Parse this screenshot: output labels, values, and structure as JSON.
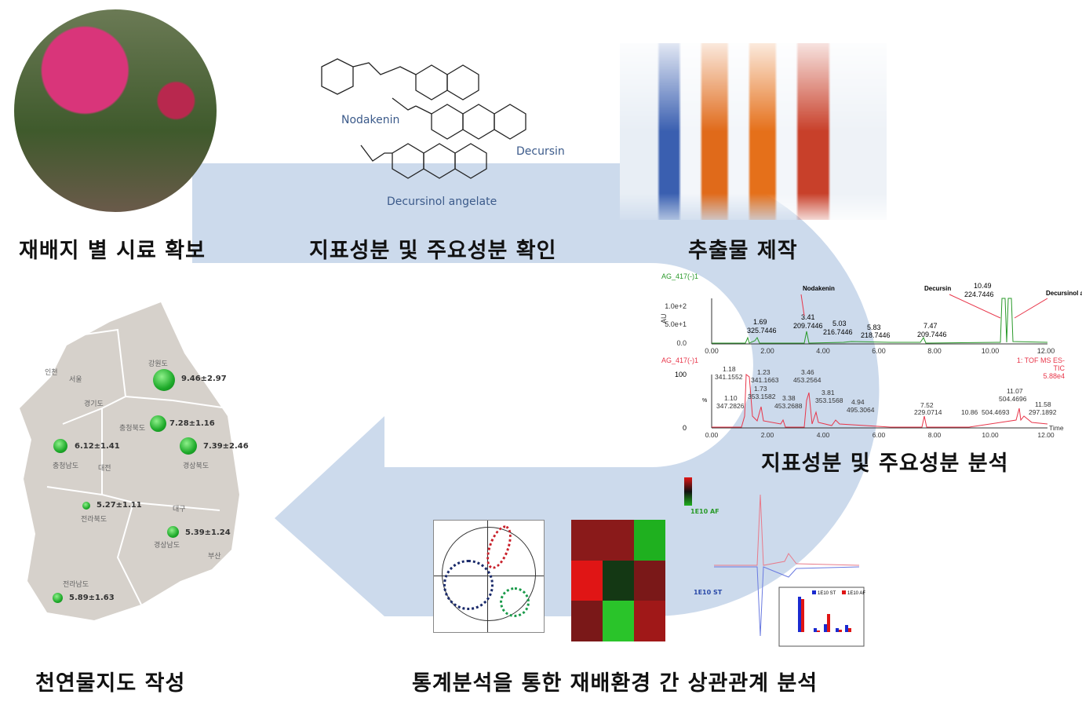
{
  "steps": {
    "s1": "재배지 별 시료 확보",
    "s2": "지표성분 및 주요성분 확인",
    "s3": "추출물 제작",
    "s4": "지표성분 및 주요성분 분석",
    "s5": "통계분석을 통한 재배환경 간 상관관계 분석",
    "s6": "천연물지도 작성"
  },
  "compounds": [
    "Nodakenin",
    "Decursin",
    "Decursinol angelate"
  ],
  "chromatogram": {
    "top_title": "AG_417(-)1",
    "top_ylabel": "AU",
    "top_yticks": [
      "1.0e+2",
      "5.0e+1",
      "0.0"
    ],
    "xticks": [
      "0.00",
      "2.00",
      "4.00",
      "6.00",
      "8.00",
      "10.00",
      "12.00"
    ],
    "top_peaks": [
      {
        "t": "1.69",
        "m": "325.7446"
      },
      {
        "t": "3.41",
        "m": "209.7446"
      },
      {
        "t": "5.03",
        "m": "216.7446"
      },
      {
        "t": "5.83",
        "m": "218.7446"
      },
      {
        "t": "7.47",
        "m": "209.7446"
      },
      {
        "t": "10.49",
        "m": "224.7446"
      }
    ],
    "annot": {
      "nodakenin": "Nodakenin",
      "decursin": "Decursin",
      "da": "Decursinol angelate"
    },
    "bottom_title": "AG_417(-)1",
    "bottom_info": [
      "1: TOF MS ES-",
      "TIC",
      "5.88e4"
    ],
    "bottom_ylabel": "%",
    "bottom_yticks": [
      "100",
      "0"
    ],
    "bottom_xlabel": "Time",
    "bottom_peaks": [
      {
        "t": "1.18",
        "m": "341.1552"
      },
      {
        "t": "1.23",
        "m": "341.1663"
      },
      {
        "t": "1.73",
        "m": "353.1582"
      },
      {
        "t": "1.10",
        "m": "347.2826"
      },
      {
        "t": "3.38",
        "m": "453.2688"
      },
      {
        "t": "3.46",
        "m": "453.2564"
      },
      {
        "t": "3.81",
        "m": "353.1568"
      },
      {
        "t": "4.94",
        "m": "495.3064"
      },
      {
        "t": "7.52",
        "m": "229.0714"
      },
      {
        "t": "10.86",
        "m": "504.4693"
      },
      {
        "t": "11.07",
        "m": "504.4696"
      },
      {
        "t": "11.58",
        "m": "297.1892"
      }
    ]
  },
  "map": {
    "regions": [
      "인천",
      "서울",
      "경기도",
      "강원도",
      "충청북도",
      "충청남도",
      "대전",
      "경상북도",
      "전라북도",
      "대구",
      "경상남도",
      "부산",
      "전라남도"
    ],
    "values": [
      {
        "region": "강원도",
        "value": "9.46±2.97"
      },
      {
        "region": "충청북도",
        "value": "7.28±1.16"
      },
      {
        "region": "충청남도",
        "value": "6.12±1.41"
      },
      {
        "region": "경상북도",
        "value": "7.39±2.46"
      },
      {
        "region": "전라북도",
        "value": "5.27±1.11"
      },
      {
        "region": "경상남도",
        "value": "5.39±1.24"
      },
      {
        "region": "전라남도",
        "value": "5.89±1.63"
      }
    ]
  },
  "heatmap_labels": [
    "1E10 AF",
    "1E10 ST"
  ],
  "bar_legend": [
    "1E10 ST",
    "1E10 AF"
  ],
  "colors": {
    "arrow": "#c7d6ea",
    "green": "#2a9a2a",
    "red": "#e8364a"
  }
}
